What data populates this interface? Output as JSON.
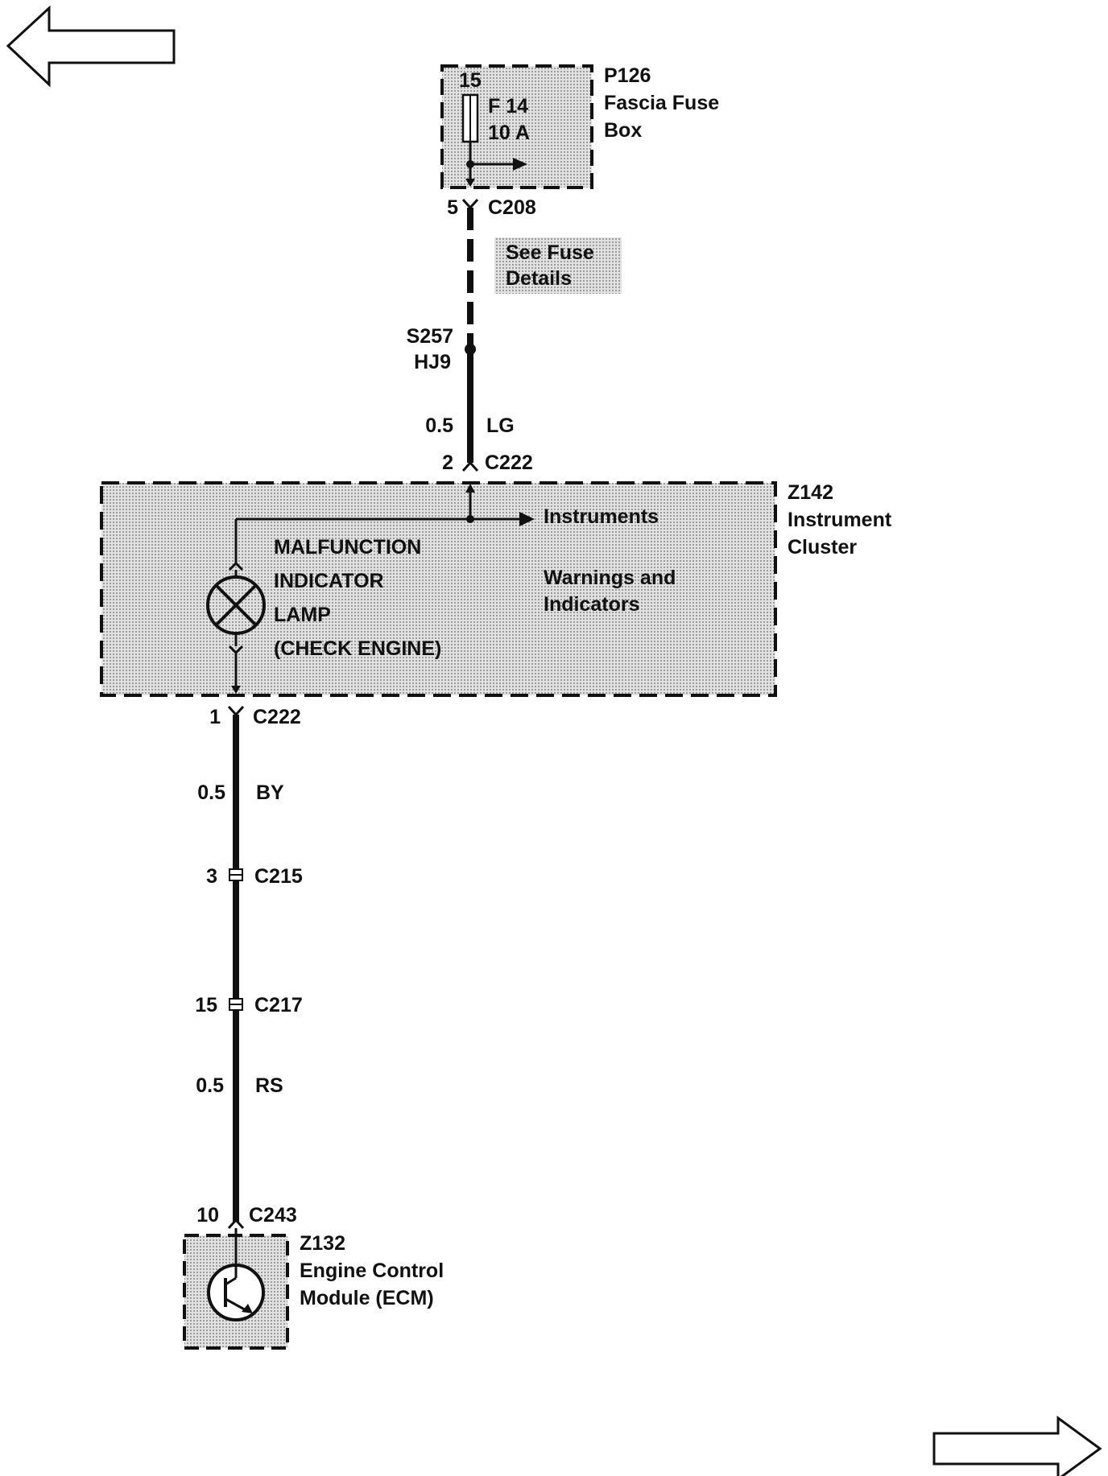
{
  "nav": {
    "prev_icon": "arrow-left-outline-icon",
    "next_icon": "arrow-right-outline-icon"
  },
  "colors": {
    "wire": "#111111",
    "shading": "#c8c8c8",
    "border": "#111111"
  },
  "fuse_box": {
    "id": "P126",
    "name_line1": "Fascia Fuse",
    "name_line2": "Box",
    "terminal": "15",
    "fuse_name": "F 14",
    "fuse_rating": "10 A"
  },
  "c208": {
    "pin": "5",
    "name": "C208"
  },
  "note": {
    "line1": "See Fuse",
    "line2": "Details"
  },
  "splice": {
    "id": "S257",
    "harness": "HJ9"
  },
  "wire_top": {
    "size": "0.5",
    "color": "LG"
  },
  "c222_in": {
    "pin": "2",
    "name": "C222"
  },
  "cluster": {
    "id": "Z142",
    "name_line1": "Instrument",
    "name_line2": "Cluster",
    "instruments": "Instruments",
    "warnings_line1": "Warnings and",
    "warnings_line2": "Indicators",
    "lamp_line1": "MALFUNCTION",
    "lamp_line2": "INDICATOR",
    "lamp_line3": "LAMP",
    "lamp_line4": "(CHECK ENGINE)"
  },
  "c222_out": {
    "pin": "1",
    "name": "C222"
  },
  "wire_mid": {
    "size": "0.5",
    "color": "BY"
  },
  "c215": {
    "pin": "3",
    "name": "C215"
  },
  "c217": {
    "pin": "15",
    "name": "C217"
  },
  "wire_bottom": {
    "size": "0.5",
    "color": "RS"
  },
  "c243": {
    "pin": "10",
    "name": "C243"
  },
  "ecm": {
    "id": "Z132",
    "name_line1": "Engine Control",
    "name_line2": "Module (ECM)"
  }
}
